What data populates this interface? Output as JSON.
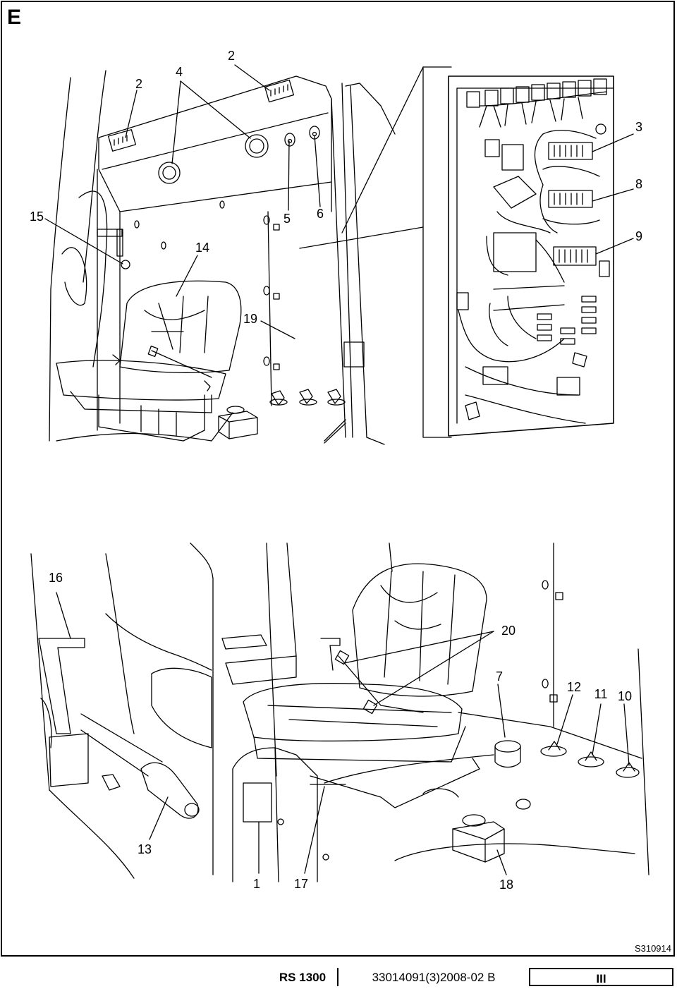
{
  "section": "E",
  "figure_code": "S310914",
  "callouts": {
    "top": [
      "2",
      "4",
      "2",
      "3",
      "8",
      "9",
      "15",
      "14",
      "5",
      "6",
      "19"
    ],
    "bottom": [
      "16",
      "20",
      "7",
      "12",
      "11",
      "10",
      "13",
      "1",
      "17",
      "18"
    ]
  },
  "footer": {
    "model": "RS 1300",
    "doc_number": "33014091(3)2008-02 B",
    "chapter": "III"
  }
}
